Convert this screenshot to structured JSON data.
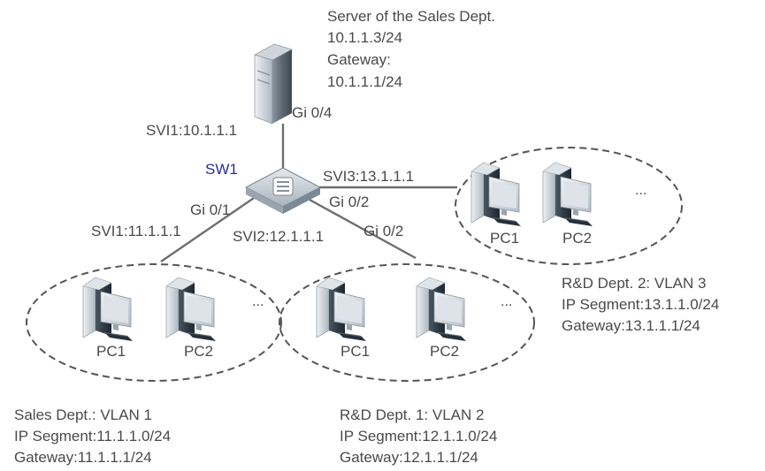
{
  "server": {
    "title": "Server of the Sales Dept.",
    "ip": "10.1.1.3/24",
    "gateway_label": "Gateway:",
    "gateway": "10.1.1.1/24"
  },
  "switch": {
    "name": "SW1"
  },
  "links": {
    "server_port": "Gi 0/4",
    "server_svi": "SVI1:10.1.1.1",
    "sales_port": "Gi 0/1",
    "sales_svi": "SVI1:11.1.1.1",
    "rd1_svi": "SVI2:12.1.1.1",
    "rd1_port": "Gi 0/2",
    "rd2_svi": "SVI3:13.1.1.1",
    "rd2_port": "Gi 0/2"
  },
  "groups": {
    "sales": {
      "pcs": [
        "PC1",
        "PC2"
      ],
      "more": "...",
      "line1": "Sales Dept.: VLAN 1",
      "line2": "IP  Segment:11.1.1.0/24",
      "line3": "Gateway:11.1.1.1/24"
    },
    "rd1": {
      "pcs": [
        "PC1",
        "PC2"
      ],
      "more": "...",
      "line1": "R&D Dept. 1: VLAN 2",
      "line2": "IP Segment:12.1.1.0/24",
      "line3": "Gateway:12.1.1.1/24"
    },
    "rd2": {
      "pcs": [
        "PC1",
        "PC2"
      ],
      "more": "...",
      "line1": "R&D Dept. 2: VLAN 3",
      "line2": "IP  Segment:13.1.1.0/24",
      "line3": "Gateway:13.1.1.1/24"
    }
  },
  "colors": {
    "link_line": "#6e6e6e",
    "ellipse": "#555555",
    "label_text": "#4a4a4a",
    "switch_label": "#2b2ba8",
    "pc_dark": "#3b4652",
    "pc_light": "#c9d0d7"
  }
}
